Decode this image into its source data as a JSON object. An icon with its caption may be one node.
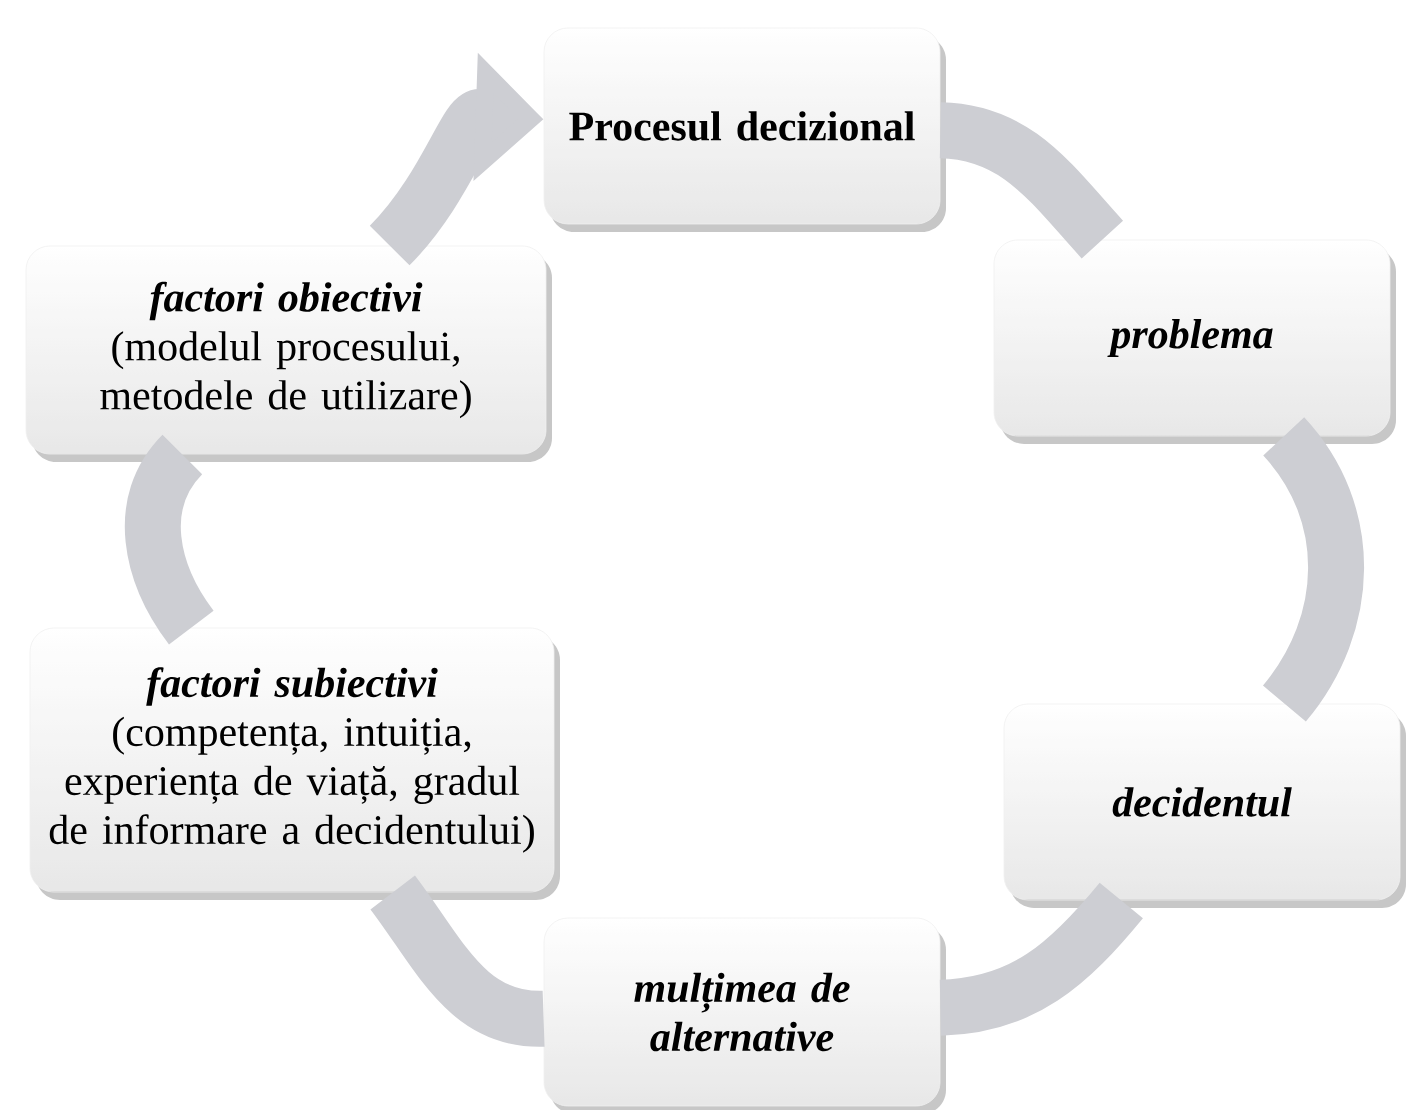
{
  "diagram": {
    "nodes": [
      {
        "text": [
          "Procesul decizional"
        ]
      },
      {
        "text": [
          "problema"
        ]
      },
      {
        "text": [
          "decidentul"
        ]
      },
      {
        "text": [
          "mulțimea de alternative"
        ]
      },
      {
        "text": [
          "factori subiectivi",
          "(competența, intuiția, experiența de viață, gradul de informare a decidentului)"
        ]
      },
      {
        "text": [
          "factori obiectivi",
          "(modelul procesului, metodele de utilizare)"
        ]
      }
    ],
    "edges": [
      {
        "from": 0,
        "to": 1,
        "arrow": "none"
      },
      {
        "from": 1,
        "to": 2,
        "arrow": "none"
      },
      {
        "from": 2,
        "to": 3,
        "arrow": "none"
      },
      {
        "from": 3,
        "to": 4,
        "arrow": "none"
      },
      {
        "from": 4,
        "to": 5,
        "arrow": "none"
      },
      {
        "from": 5,
        "to": 0,
        "arrow": "to"
      }
    ]
  }
}
